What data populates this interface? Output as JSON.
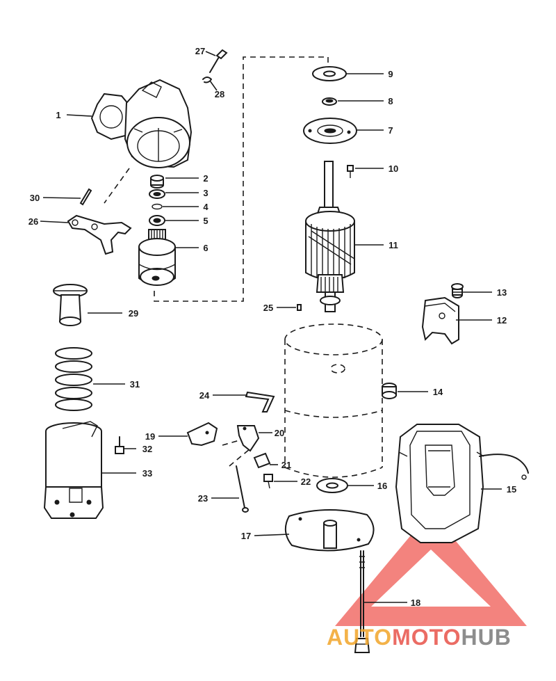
{
  "callouts": [
    "1",
    "2",
    "3",
    "4",
    "5",
    "6",
    "7",
    "8",
    "9",
    "10",
    "11",
    "12",
    "13",
    "14",
    "15",
    "16",
    "17",
    "18",
    "19",
    "20",
    "21",
    "22",
    "23",
    "24",
    "25",
    "26",
    "27",
    "28",
    "29",
    "30",
    "31",
    "32",
    "33"
  ],
  "watermark": {
    "text_a": "AUTO",
    "text_b": "MOTO",
    "text_c": "HUB",
    "colors": {
      "orange": "#f2a52a",
      "red": "#e8534a",
      "gray": "#7a7a7a"
    }
  }
}
